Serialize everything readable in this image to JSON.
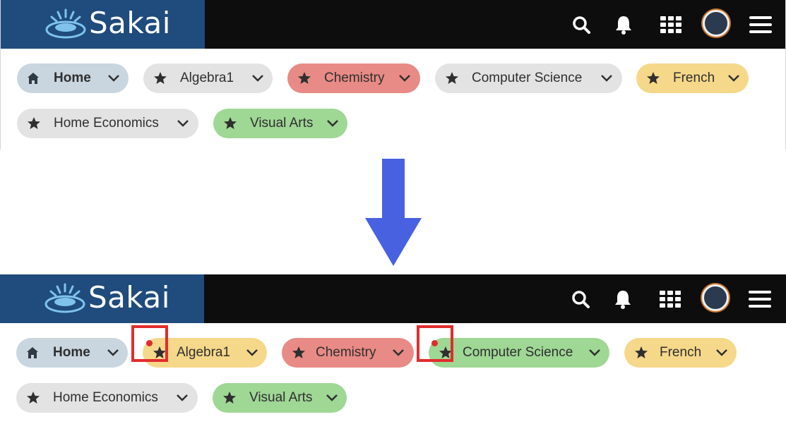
{
  "app": {
    "logo_text": "Sakai"
  },
  "header_icons": [
    "search-icon",
    "bell-icon",
    "apps-grid-icon",
    "avatar",
    "menu-icon"
  ],
  "colors": {
    "header_bg": "#0d0d0d",
    "logo_bg": "#1f4b7d",
    "gray": "#e3e3e3",
    "home": "#c9d6df",
    "red": "#e88a85",
    "yellow": "#f6d88a",
    "green": "#9fd795",
    "arrow": "#4861e0",
    "marker": "#e12c2c"
  },
  "before": {
    "tabs": [
      {
        "label": "Home",
        "icon": "home-icon",
        "color": "home"
      },
      {
        "label": "Algebra1",
        "icon": "star-icon",
        "color": "gray"
      },
      {
        "label": "Chemistry",
        "icon": "star-icon",
        "color": "red"
      },
      {
        "label": "Computer Science",
        "icon": "star-icon",
        "color": "gray"
      },
      {
        "label": "French",
        "icon": "star-icon",
        "color": "yellow"
      },
      {
        "label": "Home Economics",
        "icon": "star-icon",
        "color": "gray"
      },
      {
        "label": "Visual Arts",
        "icon": "star-icon",
        "color": "green"
      }
    ]
  },
  "after": {
    "tabs": [
      {
        "label": "Home",
        "icon": "home-icon",
        "color": "home"
      },
      {
        "label": "Algebra1",
        "icon": "star-icon",
        "color": "yellow"
      },
      {
        "label": "Chemistry",
        "icon": "star-icon",
        "color": "red"
      },
      {
        "label": "Computer Science",
        "icon": "star-icon",
        "color": "green"
      },
      {
        "label": "French",
        "icon": "star-icon",
        "color": "yellow"
      },
      {
        "label": "Home Economics",
        "icon": "star-icon",
        "color": "gray"
      },
      {
        "label": "Visual Arts",
        "icon": "star-icon",
        "color": "green"
      }
    ]
  }
}
